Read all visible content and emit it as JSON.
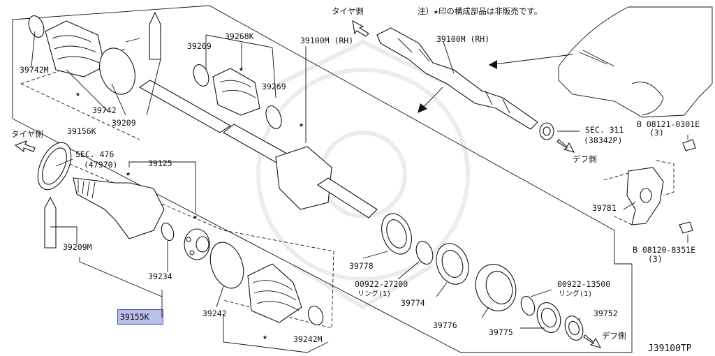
{
  "note": "注）★印の構成部品は非販売です。",
  "diagram_code": "J39100TP",
  "labels": {
    "p39742m": "39742M",
    "p39742": "39742",
    "p39156k": "39156K",
    "p39209": "39209",
    "p39269a": "39269",
    "p39268k": "39268K",
    "p39269b": "39269",
    "p39100m_a": "39100M (RH)",
    "p39100m_b": "39100M (RH)",
    "tire_side_a": "タイヤ側",
    "tire_side_b": "タイヤ側",
    "diff_side_a": "デフ側",
    "diff_side_b": "デフ側",
    "sec476": "SEC. 476",
    "sec476_ref": "(47970)",
    "p39125": "39125",
    "p39209m": "39209M",
    "p39234": "39234",
    "p39155k": "39155K",
    "p39242": "39242",
    "p39242m": "39242M",
    "p39778": "39778",
    "p00922_27200": "00922-27200",
    "ring_a": "リング(1)",
    "p39774": "39774",
    "p39776": "39776",
    "p39775": "39775",
    "p00922_13500": "00922-13500",
    "ring_b": "リング(1)",
    "p39752": "39752",
    "sec311": "SEC. 311",
    "sec311_ref": "(38342P)",
    "b08121": "B 08121-0301E",
    "b08121_qty": "(3)",
    "p39781": "39781",
    "b08120": "B 08120-8351E",
    "b08120_qty": "(3)"
  }
}
